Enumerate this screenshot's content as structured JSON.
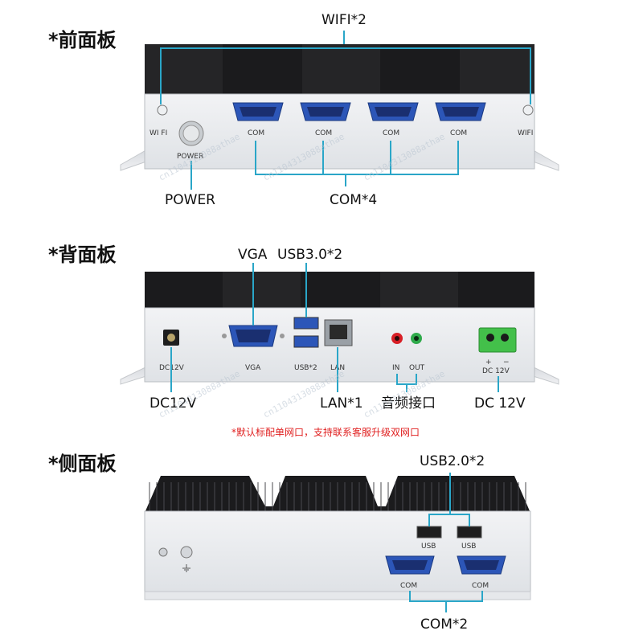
{
  "front": {
    "heading": "*前面板",
    "wifi_callout": "WIFI*2",
    "wifi_left_label": "WI FI",
    "wifi_right_label": "WIFI",
    "power_small": "POWER",
    "power_callout": "POWER",
    "com_small": [
      "COM",
      "COM",
      "COM",
      "COM"
    ],
    "com_callout": "COM*4"
  },
  "back": {
    "heading": "*背面板",
    "vga_callout": "VGA",
    "usb30_callout": "USB3.0*2",
    "dc_small": "DC12V",
    "vga_small": "VGA",
    "usb_small": "USB*2",
    "lan_small": "LAN",
    "in_small": "IN",
    "out_small": "OUT",
    "terminal_small": "DC 12V",
    "terminal_plus": "+",
    "terminal_minus": "−",
    "dc_callout": "DC12V",
    "lan_callout": "LAN*1",
    "audio_callout": "音频接口",
    "terminal_callout": "DC 12V",
    "note": "*默认标配单网口，支持联系客服升级双网口"
  },
  "side": {
    "heading": "*侧面板",
    "usb20_callout": "USB2.0*2",
    "usb_small": [
      "USB",
      "USB"
    ],
    "com_small": [
      "COM",
      "COM"
    ],
    "com_callout": "COM*2"
  },
  "watermark": "cn1104313088athae",
  "colors": {
    "callout_line": "#2aa6c8",
    "com_port": "#2c56b8",
    "terminal_green": "#43c04a",
    "audio_in": "#d81f26",
    "audio_out": "#2eaa4a",
    "heatsink": "#1b1b1d",
    "note_red": "#e02020"
  }
}
